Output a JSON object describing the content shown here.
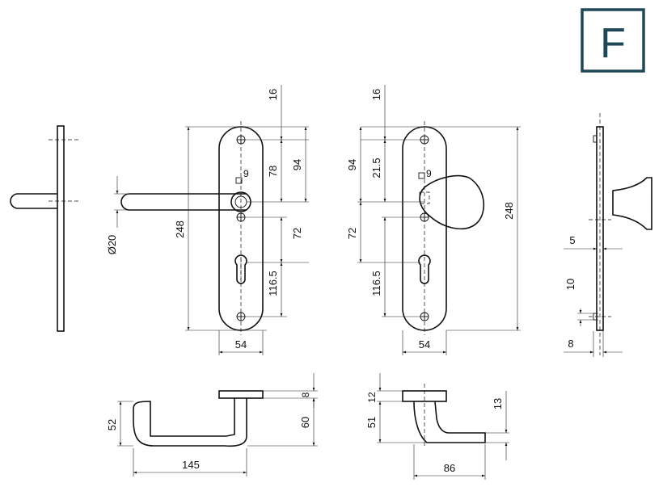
{
  "logo": {
    "letter": "F",
    "color": "#1f4758"
  },
  "dims": {
    "a16": "16",
    "a78": "78",
    "a94": "94",
    "a9": "9",
    "a72": "72",
    "a248": "248",
    "ad20": "Ø20",
    "a116": "116.5",
    "a54": "54",
    "b16": "16",
    "b94": "94",
    "b21": "21.5",
    "b9": "9",
    "b72": "72",
    "b248": "248",
    "b116": "116.5",
    "b54": "54",
    "c5": "5",
    "c10": "10",
    "c8": "8",
    "d52": "52",
    "d145": "145",
    "d8": "8",
    "d60": "60",
    "e12": "12",
    "e51": "51",
    "e13": "13",
    "e86": "86"
  }
}
